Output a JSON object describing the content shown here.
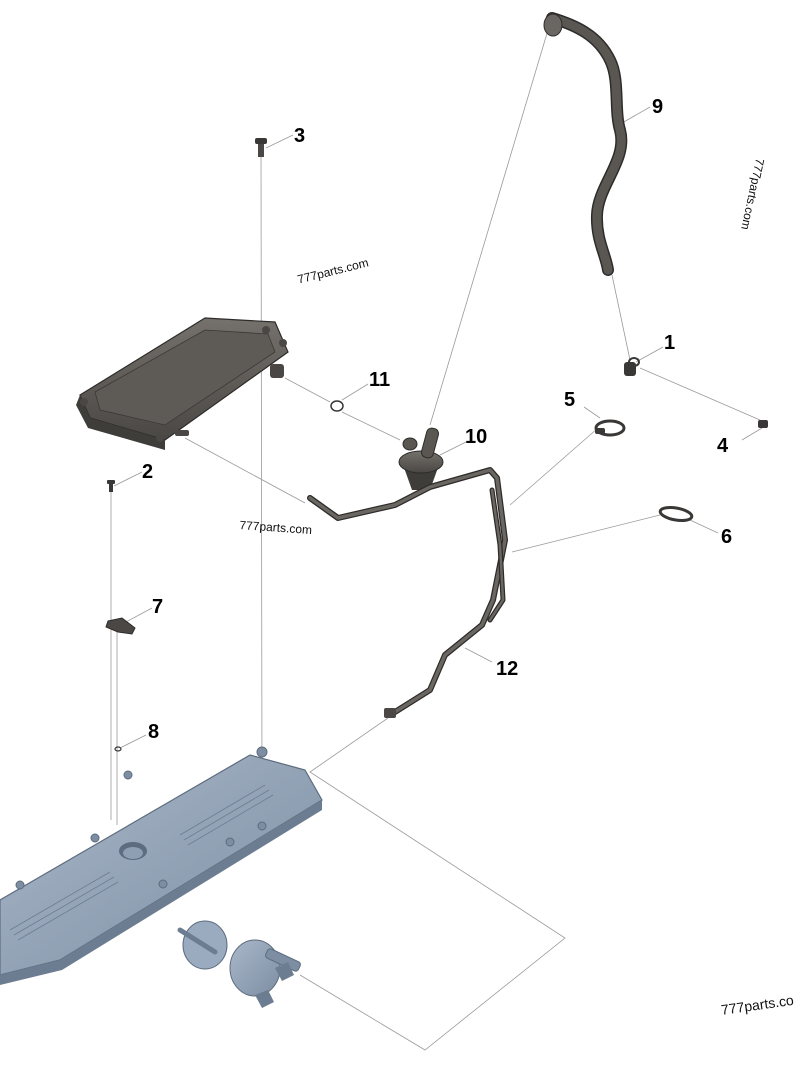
{
  "callouts": [
    {
      "id": "1",
      "label": "1"
    },
    {
      "id": "2",
      "label": "2"
    },
    {
      "id": "3",
      "label": "3"
    },
    {
      "id": "4",
      "label": "4"
    },
    {
      "id": "5",
      "label": "5"
    },
    {
      "id": "6",
      "label": "6"
    },
    {
      "id": "7",
      "label": "7"
    },
    {
      "id": "8",
      "label": "8"
    },
    {
      "id": "9",
      "label": "9"
    },
    {
      "id": "10",
      "label": "10"
    },
    {
      "id": "11",
      "label": "11"
    },
    {
      "id": "12",
      "label": "12"
    }
  ],
  "watermarks": {
    "top_center": "777parts.com",
    "middle_left": "777parts.com",
    "right_rotated": "777parts.com",
    "bottom_right": "777parts.co"
  },
  "colors": {
    "dark_part": "#5a5753",
    "dark_part_edge": "#2e2c2a",
    "blue_part": "#8e9fb3",
    "blue_part_edge": "#5d6c7e",
    "leader_line": "#9a9a9a"
  }
}
